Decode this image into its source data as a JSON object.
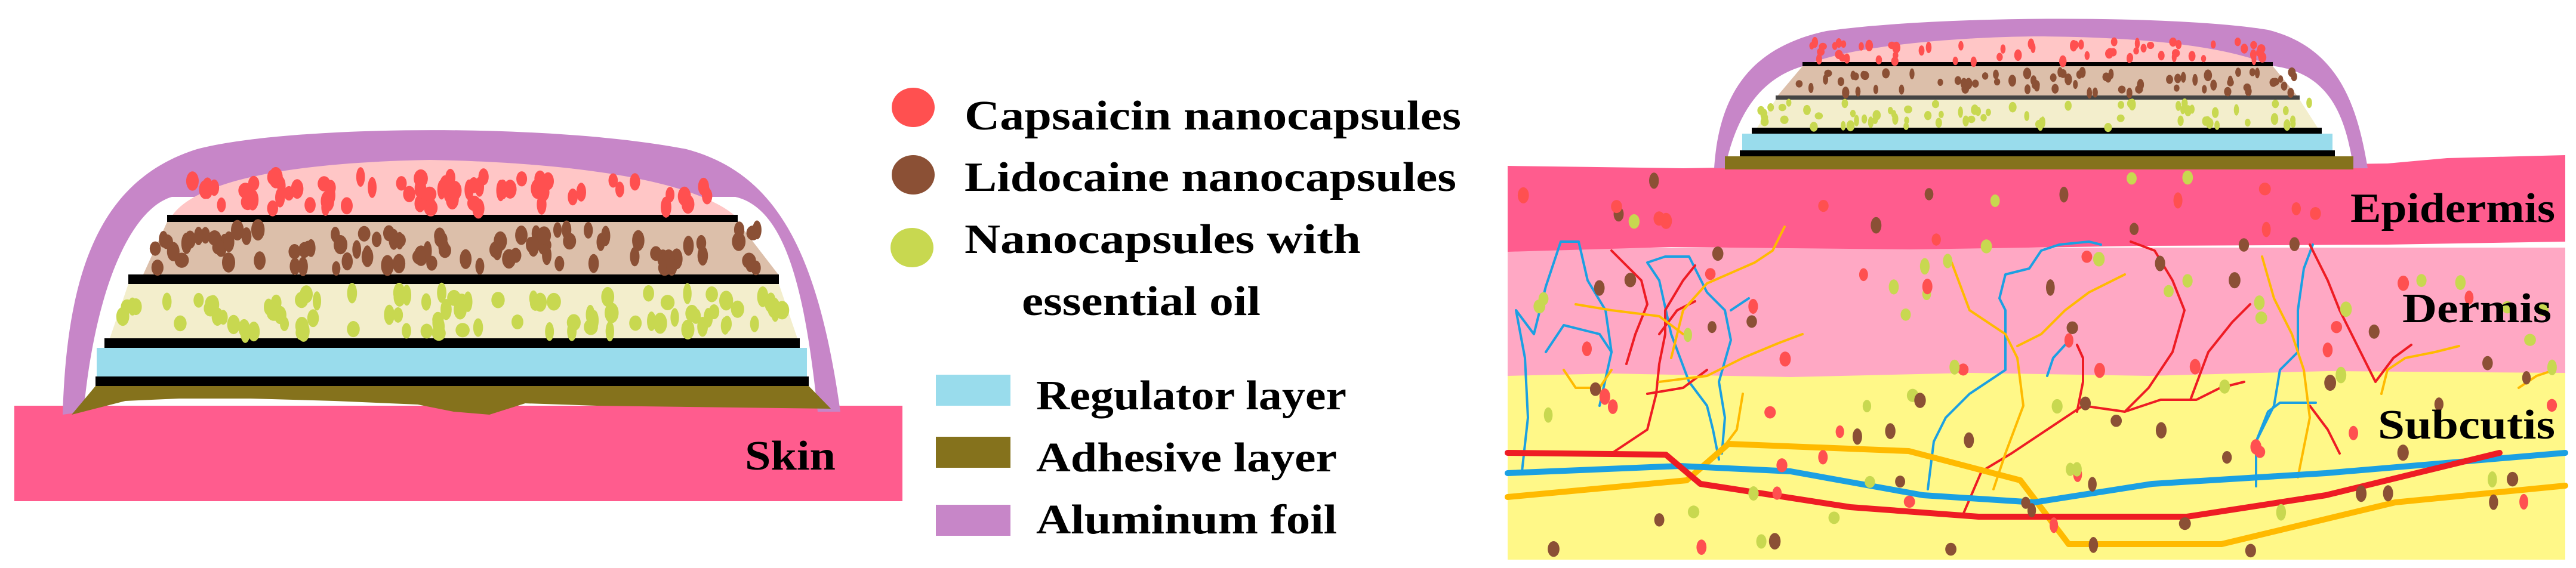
{
  "legend": {
    "particles": [
      {
        "label": "Capsaicin nanocapsules",
        "color": "#ff5050"
      },
      {
        "label": "Lidocaine nanocapsules",
        "color": "#8b5035"
      },
      {
        "label": "Nanocapsules with",
        "label2": "essential oil",
        "color": "#c8d850"
      }
    ],
    "layers": [
      {
        "label": "Regulator layer",
        "color": "#99dcec"
      },
      {
        "label": "Adhesive layer",
        "color": "#85721c"
      },
      {
        "label": "Aluminum foil",
        "color": "#c786c8"
      }
    ]
  },
  "left_panel": {
    "skin_label": "Skin",
    "skin_color": "#ff5c8e"
  },
  "right_panel": {
    "layers": [
      {
        "label": "Epidermis",
        "color": "#ff5c8e"
      },
      {
        "label": "Dermis",
        "color": "#ffa8c4"
      },
      {
        "label": "Subcutis",
        "color": "#fff888"
      }
    ],
    "vessel_colors": {
      "artery": "#ee1c24",
      "vein": "#1ba0e2",
      "nerve": "#ffba00"
    }
  }
}
